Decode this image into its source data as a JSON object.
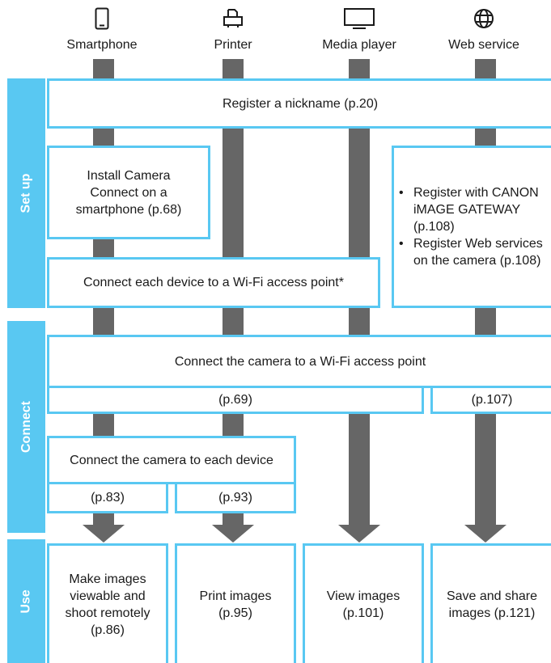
{
  "devices": [
    {
      "label": "Smartphone",
      "icon": "smartphone-icon"
    },
    {
      "label": "Printer",
      "icon": "printer-icon"
    },
    {
      "label": "Media player",
      "icon": "monitor-icon"
    },
    {
      "label": "Web service",
      "icon": "globe-icon"
    }
  ],
  "phases": {
    "setup": "Set up",
    "connect": "Connect",
    "use": "Use"
  },
  "setup": {
    "nickname": "Register a nickname (p.20)",
    "install": "Install Camera Connect on a smartphone (p.68)",
    "wifi_each": "Connect each device to a Wi-Fi access point*",
    "web_items": [
      "Register with CANON iMAGE GATEWAY (p.108)",
      "Register Web services on the camera (p.108)"
    ]
  },
  "connect": {
    "camera_wifi": "Connect the camera to a Wi-Fi access point",
    "ref_left": "(p.69)",
    "ref_right": "(p.107)",
    "camera_device": "Connect the camera to each device",
    "ref_phone": "(p.83)",
    "ref_printer": "(p.93)"
  },
  "use": {
    "phone": "Make images viewable and shoot remotely (p.86)",
    "printer": "Print images (p.95)",
    "media": "View images (p.101)",
    "web": "Save and share images (p.121)"
  },
  "colors": {
    "accent": "#59C8F2",
    "bar": "#666666"
  }
}
